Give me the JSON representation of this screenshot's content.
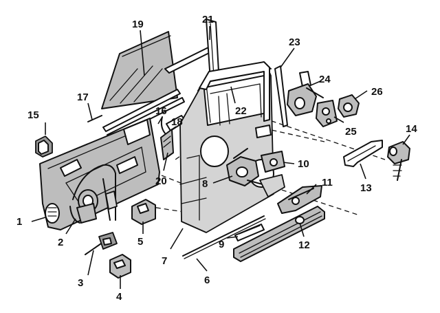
{
  "callouts": {
    "c1": "1",
    "c2": "2",
    "c3": "3",
    "c4": "4",
    "c5": "5",
    "c6": "6",
    "c7": "7",
    "c8": "8",
    "c9": "9",
    "c10": "10",
    "c11": "11",
    "c12": "12",
    "c13": "13",
    "c14": "14",
    "c15": "15",
    "c16": "16",
    "c17": "17",
    "c18": "18",
    "c19": "19",
    "c20": "20",
    "c21": "21",
    "c22": "22",
    "c23": "23",
    "c24": "24",
    "c25": "25",
    "c26": "26"
  },
  "colors": {
    "ink": "#111111",
    "part_fill": "#bdbdbd",
    "background": "#ffffff"
  }
}
